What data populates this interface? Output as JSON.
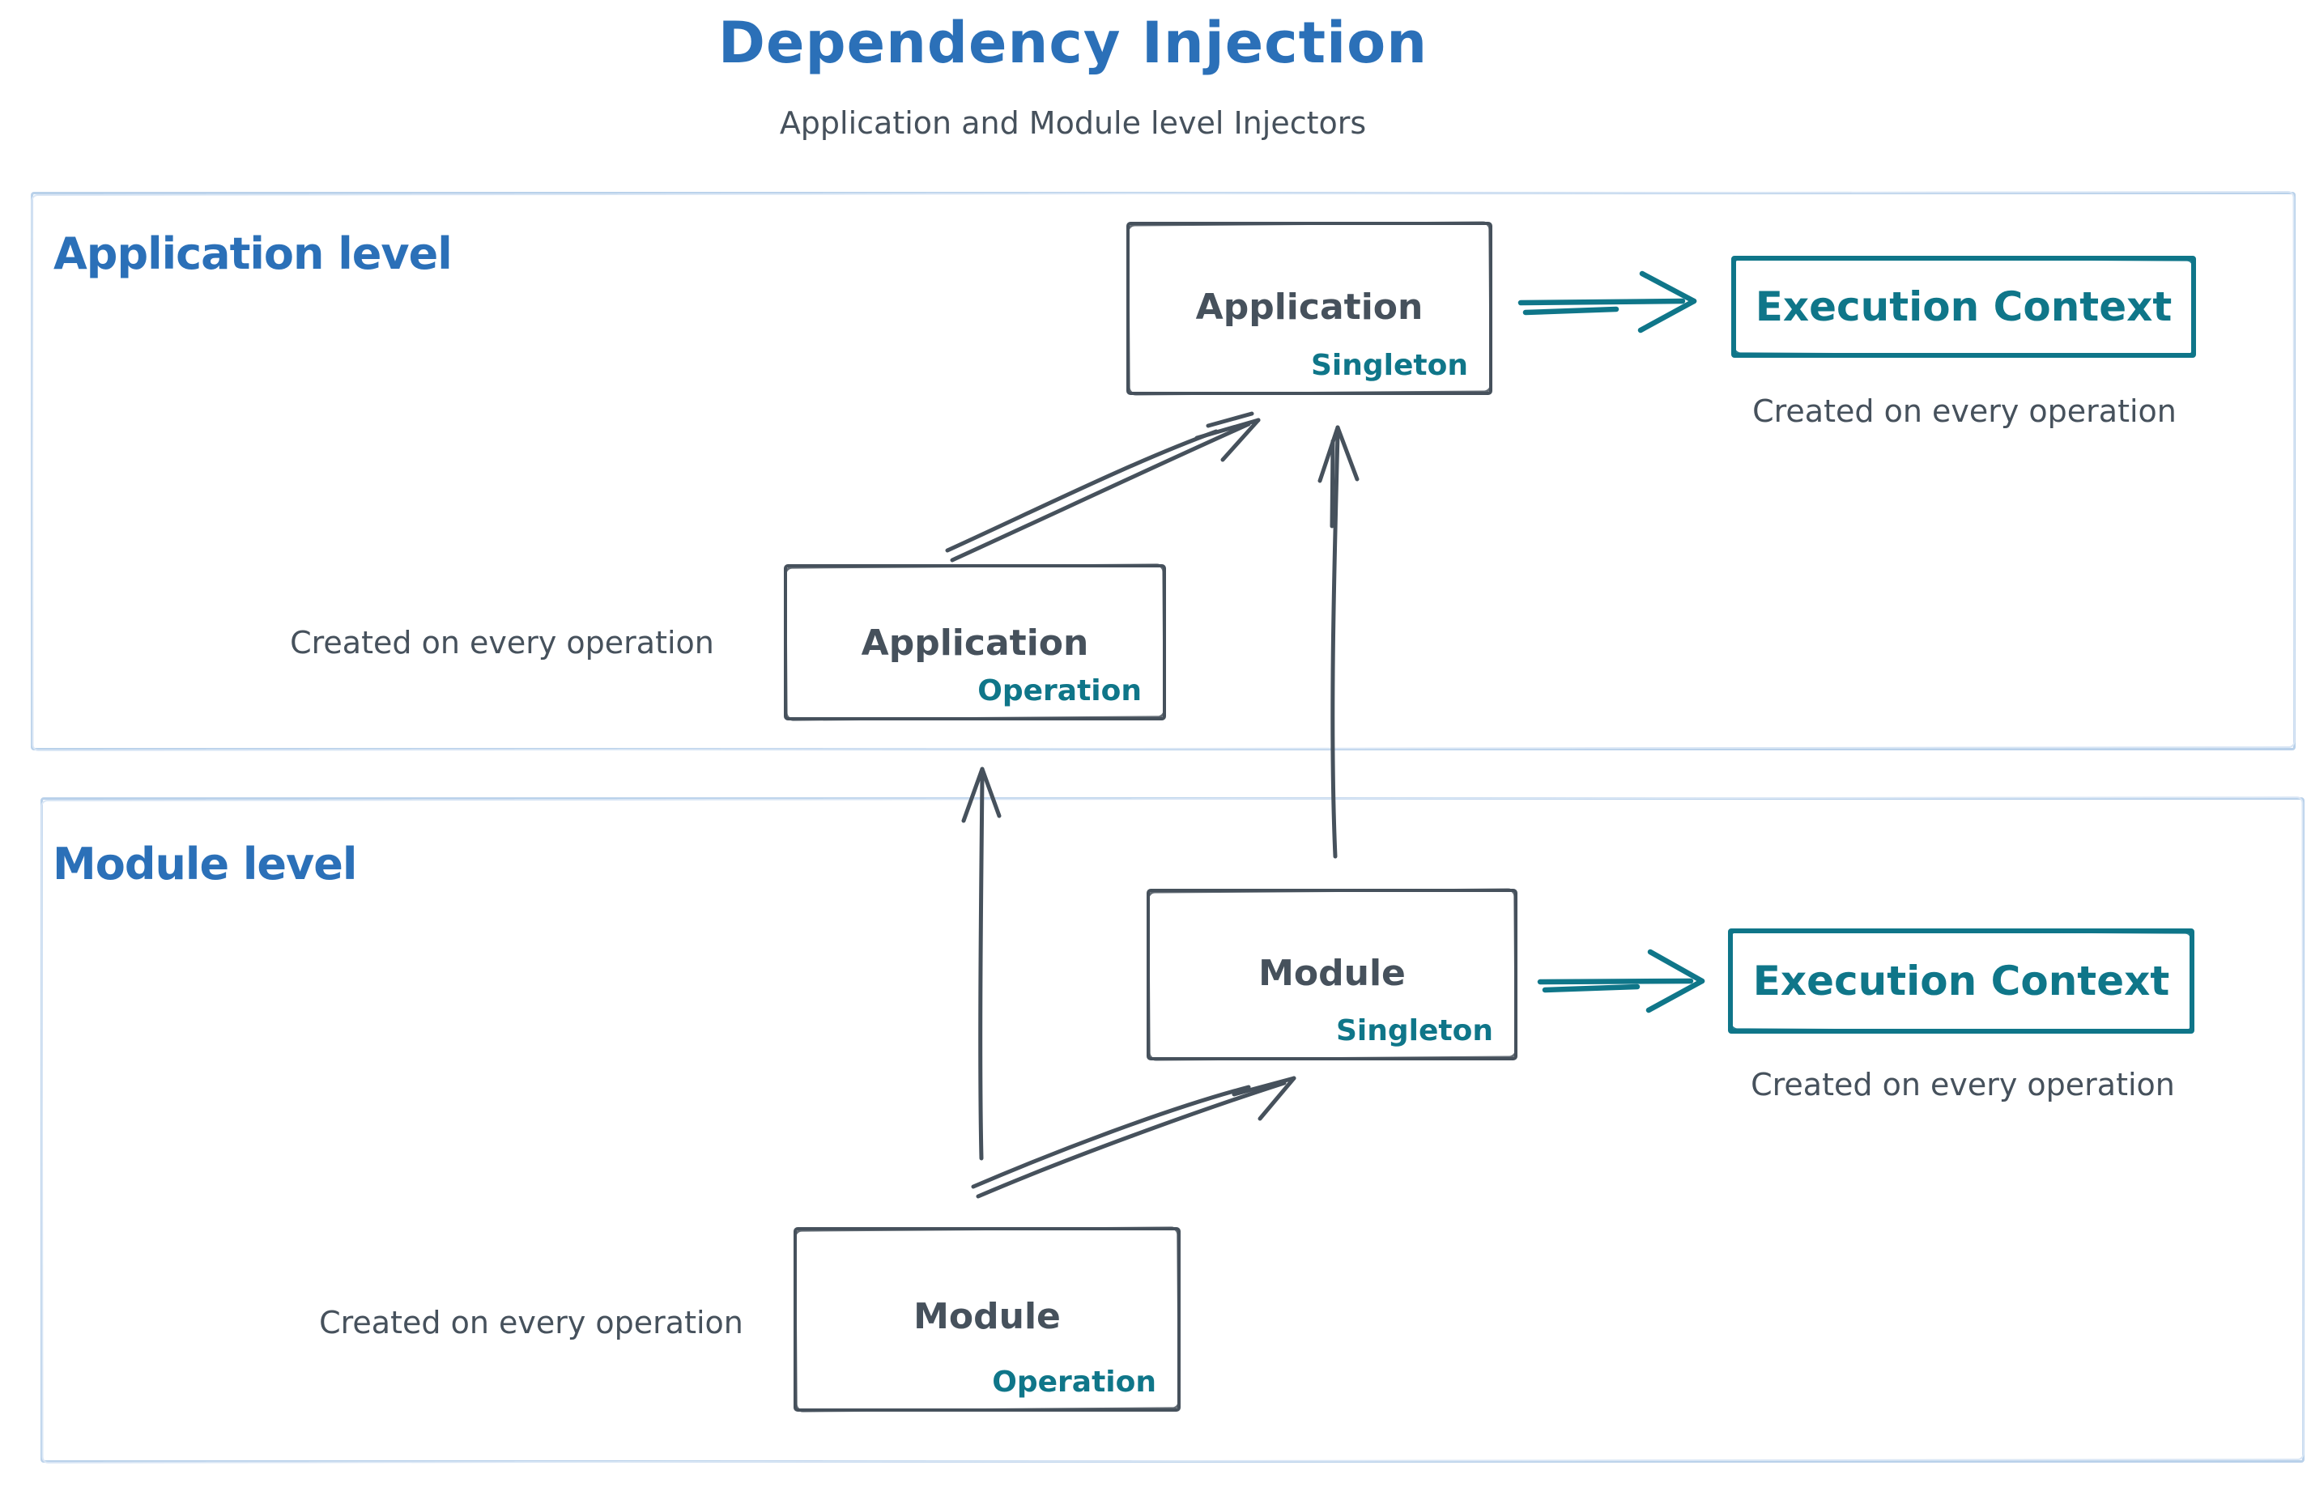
{
  "title": "Dependency Injection",
  "subtitle": "Application and Module level Injectors",
  "levels": {
    "application": {
      "label": "Application level",
      "singleton_box": {
        "name": "Application",
        "scope": "Singleton"
      },
      "operation_box": {
        "name": "Application",
        "scope": "Operation"
      },
      "execution_box": {
        "label": "Execution Context"
      },
      "execution_caption": "Created on every operation",
      "operation_caption": "Created on every operation"
    },
    "module": {
      "label": "Module level",
      "singleton_box": {
        "name": "Module",
        "scope": "Singleton"
      },
      "operation_box": {
        "name": "Module",
        "scope": "Operation"
      },
      "execution_box": {
        "label": "Execution Context"
      },
      "execution_caption": "Created on every operation",
      "operation_caption": "Created on every operation"
    }
  },
  "arrows": [
    {
      "from": "application-operation",
      "to": "application-singleton",
      "color": "#46515c"
    },
    {
      "from": "module-singleton",
      "to": "application-singleton",
      "color": "#46515c"
    },
    {
      "from": "module-operation",
      "to": "application-operation",
      "color": "#46515c"
    },
    {
      "from": "module-operation",
      "to": "module-singleton",
      "color": "#46515c"
    },
    {
      "from": "application-singleton",
      "to": "application-execution-context",
      "color": "#0f7689"
    },
    {
      "from": "module-singleton",
      "to": "module-execution-context",
      "color": "#0f7689"
    }
  ],
  "colors": {
    "title_blue": "#2b70b8",
    "ink_gray": "#46515c",
    "teal": "#0f7689",
    "container_border": "#b9d1ea",
    "background": "#ffffff"
  }
}
